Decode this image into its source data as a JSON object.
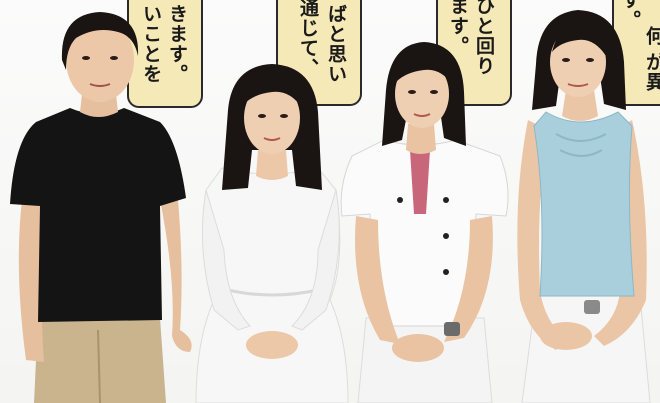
{
  "bubbles": [
    {
      "lines": [
        "いことを",
        "きます。"
      ]
    },
    {
      "lines": [
        "を通じて、",
        "ばと思い"
      ]
    },
    {
      "lines": [
        "をひと回り",
        "ます。"
      ]
    },
    {
      "lines": [
        "す。",
        "何",
        "が異"
      ]
    }
  ],
  "colors": {
    "bubble_fill": "#f5e9b8",
    "bubble_border": "#2a2a2a",
    "shirt_black": "#141414",
    "dress_white": "#f7f7f7",
    "top_light_blue": "#a9cfdc",
    "pants_khaki": "#c9b48e"
  }
}
